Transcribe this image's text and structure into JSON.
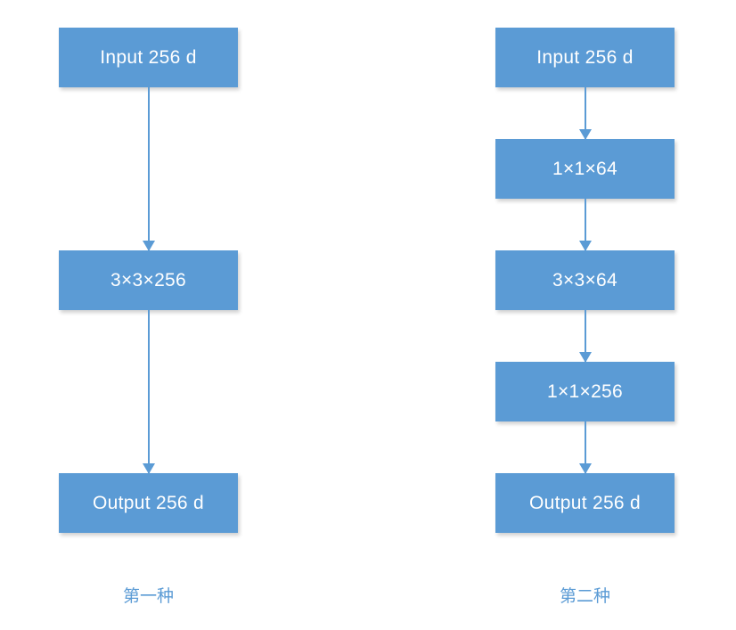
{
  "diagram": {
    "title_hint": "Comparison of two convolution block designs",
    "colors": {
      "box_fill": "#5b9bd5",
      "box_text": "#ffffff",
      "arrow": "#5b9bd5",
      "label_text": "#5b9bd5",
      "background": "#ffffff"
    },
    "columns": [
      {
        "label": "第一种",
        "boxes": [
          "Input 256 d",
          "3×3×256",
          "Output 256 d"
        ]
      },
      {
        "label": "第二种",
        "boxes": [
          "Input 256 d",
          "1×1×64",
          "3×3×64",
          "1×1×256",
          "Output 256 d"
        ]
      }
    ]
  }
}
